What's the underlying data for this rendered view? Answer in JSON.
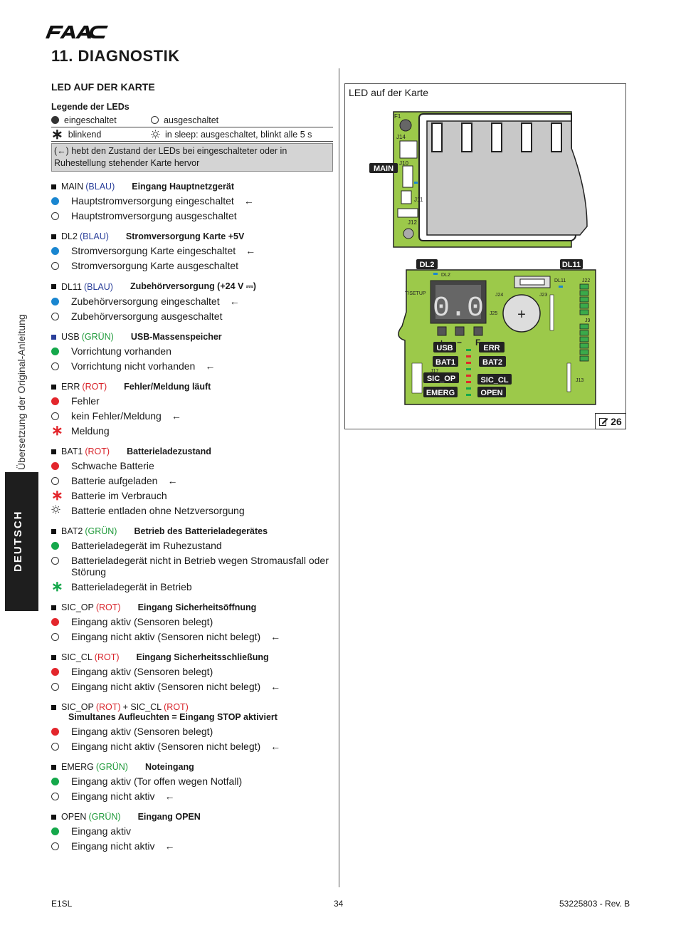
{
  "brand": "FAAC",
  "heading": "11.  DIAGNOSTIK",
  "side_label": "Übersetzung der Original-Anleitung",
  "side_tab": "DEUTSCH",
  "section_title": "LED AUF DER KARTE",
  "legend": {
    "title": "Legende der LEDs",
    "on": "eingeschaltet",
    "off": "ausgeschaltet",
    "blink": "blinkend",
    "sleep": "in sleep: ausgeschaltet, blinkt alle 5 s",
    "note": "(←)  hebt den Zustand der LEDs bei eingeschalteter oder in Ruhestellung stehender Karte hervor"
  },
  "sections": [
    {
      "name": "MAIN",
      "color_label": "(BLAU)",
      "color": "blue",
      "desc": "Eingang Hauptnetzgerät",
      "items": [
        {
          "icon": "dot-blue",
          "text": "Hauptstromversorgung eingeschaltet",
          "arrow": "←"
        },
        {
          "icon": "dot-off",
          "text": "Hauptstromversorgung ausgeschaltet",
          "arrow": ""
        }
      ]
    },
    {
      "name": "DL2",
      "color_label": "(BLAU)",
      "color": "blue",
      "desc": "Stromversorgung Karte +5V",
      "items": [
        {
          "icon": "dot-blue",
          "text": "Stromversorgung Karte eingeschaltet",
          "arrow": "←"
        },
        {
          "icon": "dot-off",
          "text": "Stromversorgung Karte ausgeschaltet",
          "arrow": ""
        }
      ]
    },
    {
      "name": "DL11",
      "color_label": "(BLAU)",
      "color": "blue",
      "desc": "Zubehörversorgung (+24 V ⎓)",
      "items": [
        {
          "icon": "dot-blue",
          "text": "Zubehörversorgung eingeschaltet",
          "arrow": "←"
        },
        {
          "icon": "dot-off",
          "text": "Zubehörversorgung ausgeschaltet",
          "arrow": ""
        }
      ]
    },
    {
      "name": "USB",
      "color_label": "(GRÜN)",
      "color": "green",
      "desc": "USB-Massenspeicher",
      "items": [
        {
          "icon": "dot-green",
          "text": "Vorrichtung vorhanden",
          "arrow": ""
        },
        {
          "icon": "dot-off",
          "text": "Vorrichtung nicht vorhanden",
          "arrow": "←"
        }
      ]
    },
    {
      "name": "ERR",
      "color_label": "(ROT)",
      "color": "red",
      "desc": "Fehler/Meldung läuft",
      "items": [
        {
          "icon": "dot-red",
          "text": "Fehler",
          "arrow": ""
        },
        {
          "icon": "dot-off",
          "text": "kein Fehler/Meldung",
          "arrow": "←"
        },
        {
          "icon": "star-red",
          "text": "Meldung",
          "arrow": ""
        }
      ]
    },
    {
      "name": "BAT1",
      "color_label": "(ROT)",
      "color": "red",
      "desc": "Batterieladezustand",
      "items": [
        {
          "icon": "dot-red",
          "text": "Schwache Batterie",
          "arrow": ""
        },
        {
          "icon": "dot-off",
          "text": "Batterie aufgeladen",
          "arrow": "←"
        },
        {
          "icon": "star-red",
          "text": "Batterie im Verbrauch",
          "arrow": ""
        },
        {
          "icon": "sleep",
          "text": "Batterie entladen ohne Netzversorgung",
          "arrow": ""
        }
      ]
    },
    {
      "name": "BAT2",
      "color_label": "(GRÜN)",
      "color": "green",
      "desc": "Betrieb des Batterieladegerätes",
      "items": [
        {
          "icon": "dot-green",
          "text": "Batterieladegerät im Ruhezustand",
          "arrow": ""
        },
        {
          "icon": "dot-off",
          "text": "Batterieladegerät nicht in Betrieb wegen Stromausfall oder Störung",
          "arrow": ""
        },
        {
          "icon": "star-green",
          "text": "Batterieladegerät in Betrieb",
          "arrow": ""
        }
      ]
    },
    {
      "name": "SIC_OP",
      "color_label": "(ROT)",
      "color": "red",
      "desc": "Eingang Sicherheitsöffnung",
      "items": [
        {
          "icon": "dot-red",
          "text": "Eingang aktiv (Sensoren belegt)",
          "arrow": ""
        },
        {
          "icon": "dot-off",
          "text": "Eingang nicht aktiv (Sensoren nicht belegt)",
          "arrow": "←"
        }
      ]
    },
    {
      "name": "SIC_CL",
      "color_label": "(ROT)",
      "color": "red",
      "desc": "Eingang Sicherheitsschließung",
      "items": [
        {
          "icon": "dot-red",
          "text": "Eingang aktiv (Sensoren belegt)",
          "arrow": ""
        },
        {
          "icon": "dot-off",
          "text": "Eingang nicht aktiv (Sensoren nicht belegt)",
          "arrow": "←"
        }
      ]
    },
    {
      "name": "SIC_OP",
      "color_label": "(ROT)",
      "color": "red",
      "name2": "+ SIC_CL",
      "color_label2": "(ROT)",
      "desc": "Simultanes Aufleuchten = Eingang STOP aktiviert",
      "items": [
        {
          "icon": "dot-red",
          "text": "Eingang aktiv (Sensoren belegt)",
          "arrow": ""
        },
        {
          "icon": "dot-off",
          "text": "Eingang nicht aktiv (Sensoren nicht belegt)",
          "arrow": "←"
        }
      ]
    },
    {
      "name": "EMERG",
      "color_label": "(GRÜN)",
      "color": "green",
      "desc": "Noteingang",
      "items": [
        {
          "icon": "dot-green",
          "text": "Eingang aktiv (Tor offen wegen Notfall)",
          "arrow": ""
        },
        {
          "icon": "dot-off",
          "text": "Eingang nicht aktiv",
          "arrow": "←"
        }
      ]
    },
    {
      "name": "OPEN",
      "color_label": "(GRÜN)",
      "color": "green",
      "desc": "Eingang OPEN",
      "items": [
        {
          "icon": "dot-green",
          "text": "Eingang aktiv",
          "arrow": ""
        },
        {
          "icon": "dot-off",
          "text": "Eingang nicht aktiv",
          "arrow": "←"
        }
      ]
    }
  ],
  "figure": {
    "caption": "LED auf der Karte",
    "number": "26",
    "labels": {
      "main": "MAIN",
      "dl2": "DL2",
      "dl11": "DL11",
      "usb": "USB",
      "err": "ERR",
      "bat1": "BAT1",
      "bat2": "BAT2",
      "sic_op": "SIC_OP",
      "sic_cl": "SIC_CL",
      "emerg": "EMERG",
      "open": "OPEN",
      "f1": "F1",
      "j14": "J14",
      "j12": "J12",
      "j11": "J11",
      "j10": "J10",
      "j24": "J24",
      "j23": "J23",
      "j22": "J22",
      "j25": "J25",
      "j9": "J9",
      "j17": "J17",
      "j13": "J13",
      "setup": "T/SETUP",
      "dl2_small": "DL2",
      "dl11_small": "DL11",
      "plus": "+",
      "minus": "−",
      "f": "F"
    }
  },
  "footer": {
    "left": "E1SL",
    "center": "34",
    "right": "53225803 - Rev. B"
  }
}
